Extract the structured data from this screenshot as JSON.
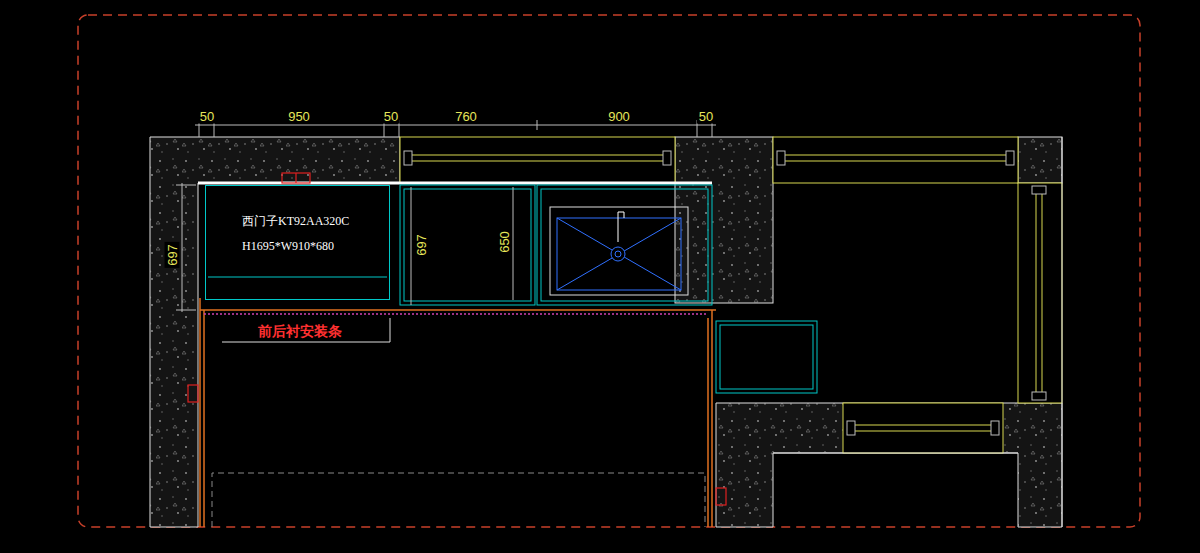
{
  "diagram": {
    "nodes": [
      {
        "text": [
          "西门子KT92AA320C",
          "H1695*W910*680"
        ]
      }
    ],
    "labels": [
      "50",
      "950",
      "50",
      "760",
      "900",
      "50",
      "697",
      "697",
      "650",
      "前后衬安装条"
    ]
  }
}
